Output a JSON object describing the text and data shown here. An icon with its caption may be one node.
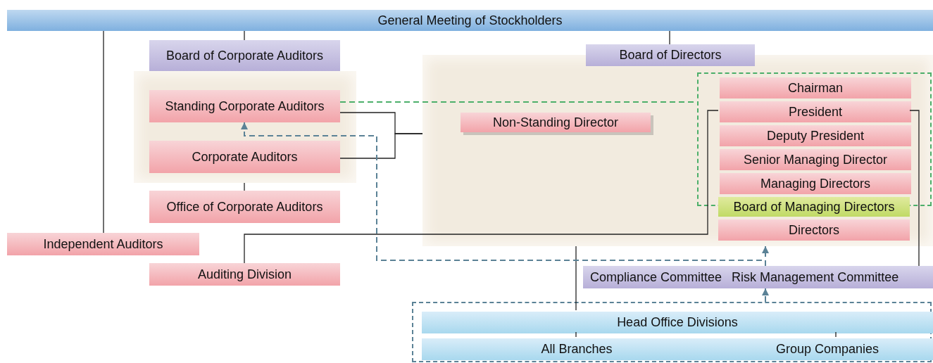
{
  "diagram": {
    "nodes": [
      {
        "text": [
          "General Meeting of Stockholders"
        ]
      },
      {
        "text": [
          "Board of Corporate Auditors"
        ]
      },
      {
        "text": [],
        "shape": "box"
      },
      {
        "text": [
          "Standing Corporate Auditors"
        ],
        "in": 2
      },
      {
        "text": [
          "Corporate Auditors"
        ],
        "in": 2
      },
      {
        "text": [
          "Office of Corporate Auditors"
        ]
      },
      {
        "text": [
          "Independent Auditors"
        ]
      },
      {
        "text": [
          "Board of Directors"
        ]
      },
      {
        "text": [],
        "shape": "box"
      },
      {
        "text": [
          "Non-Standing Director"
        ],
        "in": 8
      },
      {
        "text": [],
        "shape": "box",
        "in": 8
      },
      {
        "text": [
          "Chairman"
        ],
        "in": 10
      },
      {
        "text": [
          "President"
        ],
        "in": 10
      },
      {
        "text": [
          "Deputy President"
        ],
        "in": 10
      },
      {
        "text": [
          "Senior Managing Director"
        ],
        "in": 10
      },
      {
        "text": [
          "Managing Directors"
        ],
        "in": 10
      },
      {
        "text": [
          "Board of Managing Directors"
        ],
        "in": 8
      },
      {
        "text": [
          "Directors"
        ],
        "in": 8
      },
      {
        "text": [
          "Auditing Division"
        ]
      },
      {
        "text": [
          "Compliance Committee",
          "Risk Management Committee"
        ]
      },
      {
        "text": [],
        "shape": "box"
      },
      {
        "text": [
          "Head Office Divisions"
        ],
        "in": 20
      },
      {
        "text": [
          "All Branches"
        ],
        "in": 20
      },
      {
        "text": [
          "Group Companies"
        ],
        "in": 20
      }
    ],
    "edges": [
      {
        "from": 0,
        "to": 6,
        "arrow": "none"
      },
      {
        "from": 0,
        "to": 1,
        "arrow": "none"
      },
      {
        "from": 0,
        "to": 7,
        "arrow": "none"
      },
      {
        "from": 2,
        "to": 5,
        "arrow": "none"
      },
      {
        "from": 3,
        "to": 8,
        "arrow": "none"
      },
      {
        "from": 4,
        "to": 8,
        "arrow": "none"
      },
      {
        "from": 3,
        "to": 10,
        "arrow": "none",
        "style": "dashed",
        "color": "#4caf6a"
      },
      {
        "from": 12,
        "to": 18,
        "arrow": "none"
      },
      {
        "from": 12,
        "to": 19,
        "arrow": "none"
      },
      {
        "from": 8,
        "to": 21,
        "arrow": "none"
      },
      {
        "from": 21,
        "to": 22,
        "arrow": "none"
      },
      {
        "from": 21,
        "to": 23,
        "arrow": "none"
      },
      {
        "from": 20,
        "to": 19,
        "arrow": "to",
        "style": "dashed",
        "color": "#5b8296"
      },
      {
        "from": 19,
        "to": 8,
        "arrow": "to",
        "style": "dashed",
        "color": "#5b8296"
      },
      {
        "from": 19,
        "to": 3,
        "arrow": "to",
        "style": "dashed",
        "color": "#5b8296"
      }
    ]
  }
}
